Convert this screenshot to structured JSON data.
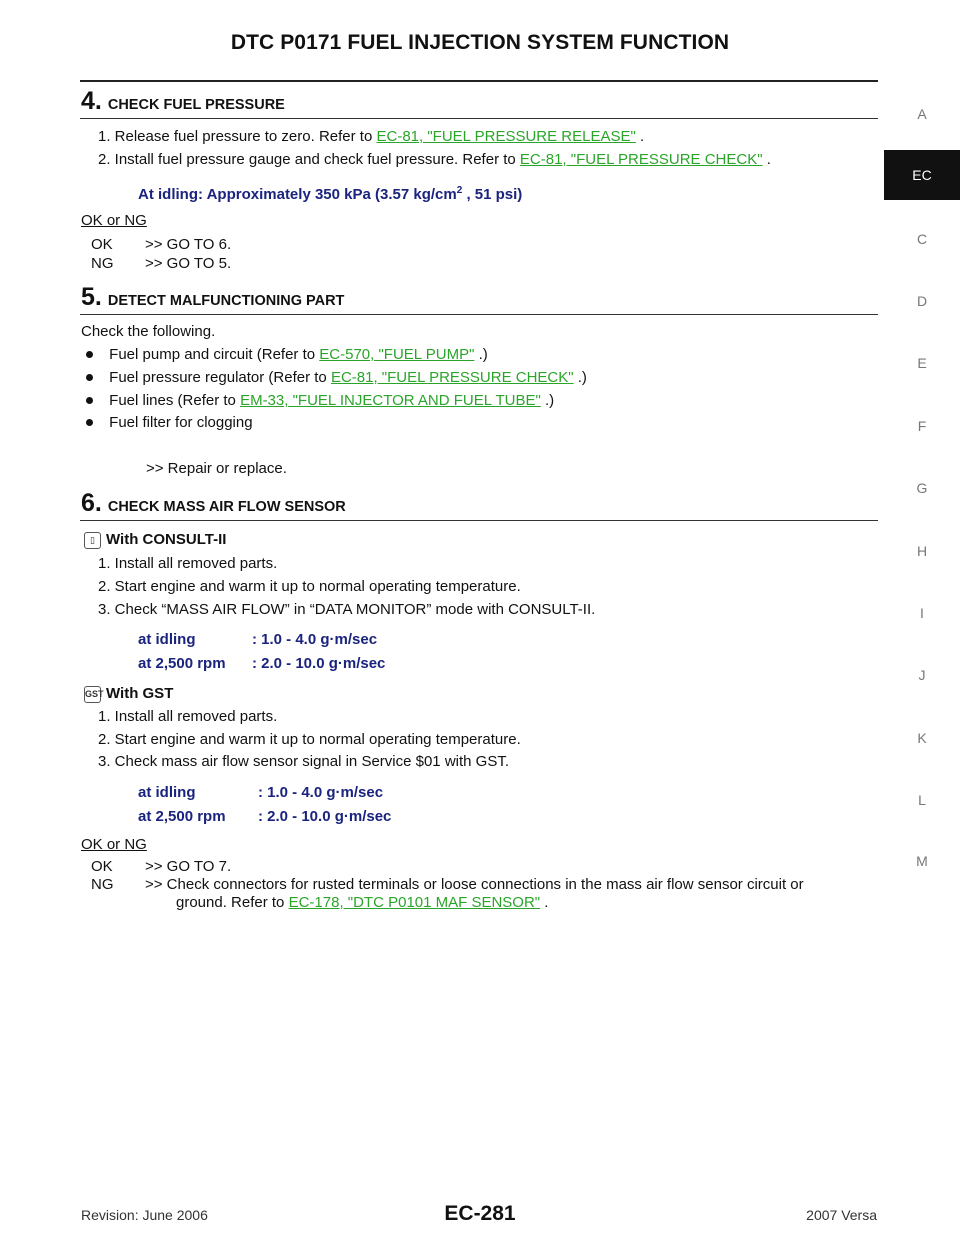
{
  "header": {
    "title": "DTC P0171 FUEL INJECTION SYSTEM FUNCTION"
  },
  "sidebar": {
    "items": [
      "A",
      "EC",
      "C",
      "D",
      "E",
      "F",
      "G",
      "H",
      "I",
      "J",
      "K",
      "L",
      "M"
    ],
    "active": "EC"
  },
  "step4": {
    "num": "4.",
    "title": "CHECK FUEL PRESSURE",
    "l1_pre": "1. Release fuel pressure to zero. Refer to ",
    "l1_link": "EC-81, \"FUEL PRESSURE RELEASE\"",
    "l1_post": " .",
    "l2_pre": "2. Install fuel pressure gauge and check fuel pressure. Refer to ",
    "l2_link": "EC-81, \"FUEL PRESSURE CHECK\"",
    "l2_post": " .",
    "spec_pre": "At idling: Approximately 350 kPa (3.57 kg/cm",
    "spec_sup": "2",
    "spec_post": " , 51 psi)",
    "okng": "OK or NG",
    "ok_label": "OK",
    "ok_text": ">> GO TO 6.",
    "ng_label": "NG",
    "ng_text": ">> GO TO 5."
  },
  "step5": {
    "num": "5.",
    "title": "DETECT MALFUNCTIONING PART",
    "intro": "Check the following.",
    "b1_pre": "Fuel pump and circuit (Refer to ",
    "b1_link": "EC-570, \"FUEL PUMP\"",
    "b1_post": " .)",
    "b2_pre": "Fuel pressure regulator (Refer to ",
    "b2_link": "EC-81, \"FUEL PRESSURE CHECK\"",
    "b2_post": " .)",
    "b3_pre": "Fuel lines (Refer to ",
    "b3_link": "EM-33, \"FUEL INJECTOR AND FUEL TUBE\"",
    "b3_post": " .)",
    "b4": "Fuel filter for clogging",
    "result": ">> Repair or replace."
  },
  "step6": {
    "num": "6.",
    "title": "CHECK MASS AIR FLOW SENSOR",
    "consult_head": "With CONSULT-II",
    "c1": "1. Install all removed parts.",
    "c2": "2. Start engine and warm it up to normal operating temperature.",
    "c3": "3. Check “MASS AIR FLOW” in “DATA MONITOR” mode with CONSULT-II.",
    "cs1_label": "at idling",
    "cs1_val": ": 1.0 - 4.0 g·m/sec",
    "cs2_label": "at 2,500 rpm",
    "cs2_val": ": 2.0 - 10.0 g·m/sec",
    "gst_head": "With GST",
    "g1": "1. Install all removed parts.",
    "g2": "2. Start engine and warm it up to normal operating temperature.",
    "g3": "3. Check mass air flow sensor signal in Service $01 with GST.",
    "gs1_label": "at idling",
    "gs1_val": ": 1.0 - 4.0 g·m/sec",
    "gs2_label": "at 2,500 rpm",
    "gs2_val": ": 2.0 - 10.0 g·m/sec",
    "okng": "OK or NG",
    "ok_label": "OK",
    "ok_text": ">> GO TO 7.",
    "ng_label": "NG",
    "ng_text1": ">> Check connectors for rusted terminals or loose connections in the mass air flow sensor circuit or",
    "ng_text2_pre": "ground. Refer to ",
    "ng_text2_link": "EC-178, \"DTC P0101 MAF SENSOR\"",
    "ng_text2_post": " ."
  },
  "footer": {
    "revision": "Revision: June 2006",
    "page": "EC-281",
    "model": "2007 Versa"
  }
}
